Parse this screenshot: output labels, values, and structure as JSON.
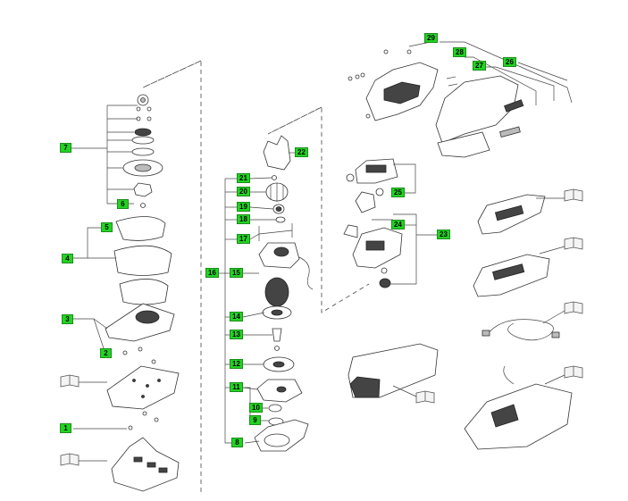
{
  "callouts": {
    "c1": "1",
    "c2": "2",
    "c3": "3",
    "c4": "4",
    "c5": "5",
    "c6": "6",
    "c7": "7",
    "c8": "8",
    "c9": "9",
    "c10": "10",
    "c11": "11",
    "c12": "12",
    "c13": "13",
    "c14": "14",
    "c15": "15",
    "c16": "16",
    "c17": "17",
    "c18": "18",
    "c19": "19",
    "c20": "20",
    "c21": "21",
    "c22": "22",
    "c23": "23",
    "c24": "24",
    "c25": "25",
    "c26": "26",
    "c27": "27",
    "c28": "28",
    "c29": "29"
  },
  "colors": {
    "callout_fill": "#22d422",
    "callout_border": "#1a8c1a",
    "line": "#444444"
  },
  "icons": [
    "manual-book-icon"
  ]
}
